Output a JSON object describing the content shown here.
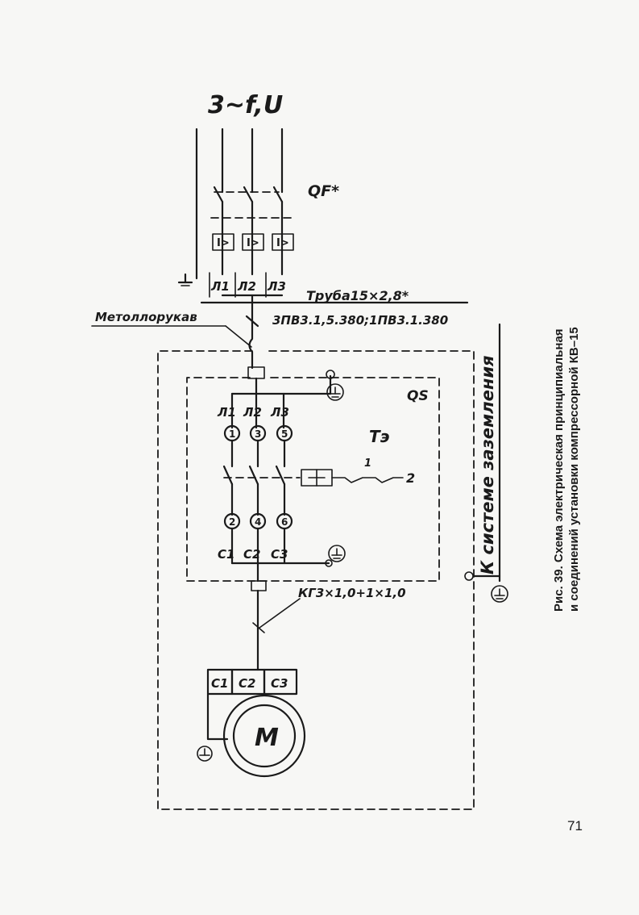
{
  "diagram": {
    "supply_label": "3~f,U",
    "breaker_label": "QF*",
    "trip_label": "I>",
    "input_phases": [
      "Л1",
      "Л2",
      "Л3"
    ],
    "pipe_label": "Труба15×2,8*",
    "cable_in_label": "3ПВ3.1,5.380;1ПВ3.1.380",
    "metal_sleeve_label": "Метоллорукав",
    "switch_label": "QS",
    "switch_top_phases": [
      "Л1",
      "Л2",
      "Л3"
    ],
    "top_terminals": [
      "1",
      "3",
      "5"
    ],
    "bottom_terminals": [
      "2",
      "4",
      "6"
    ],
    "switch_bottom_phases": [
      "С1",
      "С2",
      "С3"
    ],
    "relay_label": "Тэ",
    "relay_contact_1": "1",
    "relay_contact_2": "2",
    "cable_out_label": "КГ3×1,0+1×1,0",
    "motor_phases": [
      "С1",
      "С2",
      "С3"
    ],
    "motor_label": "М",
    "grounding_label": "К системе заземления"
  },
  "caption": {
    "line1": "Рис. 39. Схема электрическая принципиальная",
    "line2": "и соединений установки компрессорной КВ–15"
  },
  "page_number": "71"
}
